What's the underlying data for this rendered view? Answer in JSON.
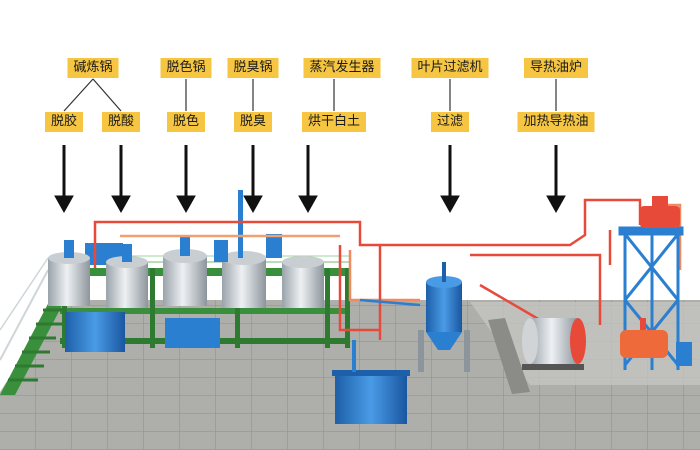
{
  "labels": {
    "alkali_pot": "碱炼锅",
    "degum": "脱胶",
    "deacid": "脱酸",
    "bleach_pot": "脱色锅",
    "bleach": "脱色",
    "deodor_pot": "脱臭锅",
    "deodor": "脱臭",
    "steam_gen": "蒸汽发生器",
    "dry_clay": "烘干白土",
    "leaf_filter": "叶片过滤机",
    "filter": "过滤",
    "oil_furnace": "导热油炉",
    "heat_oil": "加热导热油"
  },
  "colors": {
    "label_bg": "#f6c642",
    "tank_blue": "#2a7fd0",
    "pipe_red": "#e84a3a",
    "structure_green": "#3a8f3c",
    "floor": "#a9a9a6"
  }
}
